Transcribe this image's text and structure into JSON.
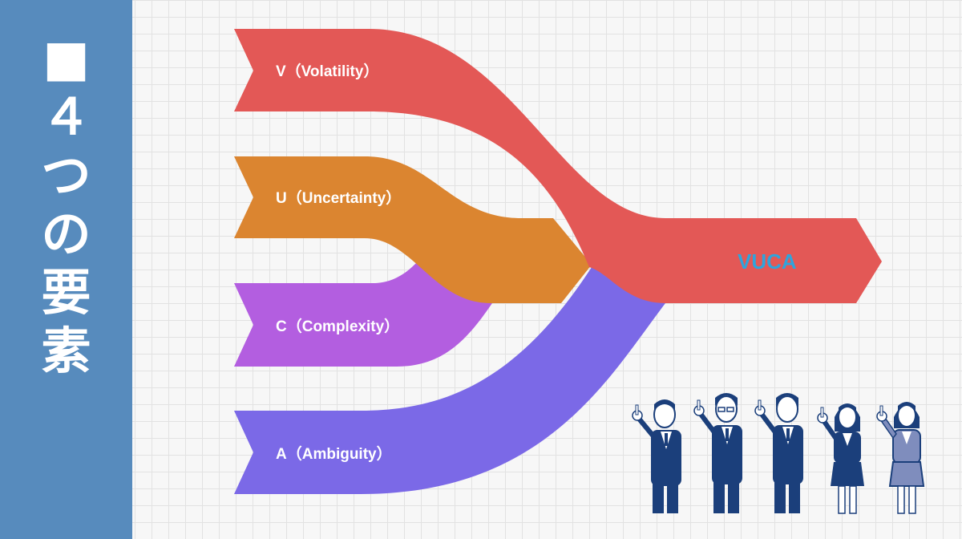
{
  "sidebar": {
    "title_chars": [
      "■",
      "４",
      "つ",
      "の",
      "要",
      "素"
    ]
  },
  "diagram": {
    "inputs": [
      {
        "label": "V（Volatility）",
        "color": "#e35856"
      },
      {
        "label": "U（Uncertainty）",
        "color": "#db8530"
      },
      {
        "label": "C（Complexity）",
        "color": "#b35ee0"
      },
      {
        "label": "A（Ambiguity）",
        "color": "#7b69e7"
      }
    ],
    "result": {
      "label": "VUCA",
      "label_color": "#2fa4dc"
    }
  },
  "colors": {
    "sidebar_bg": "#578bbd",
    "person_suit": "#1b3f7b",
    "person_skirt_gray": "#7f8dbd"
  }
}
